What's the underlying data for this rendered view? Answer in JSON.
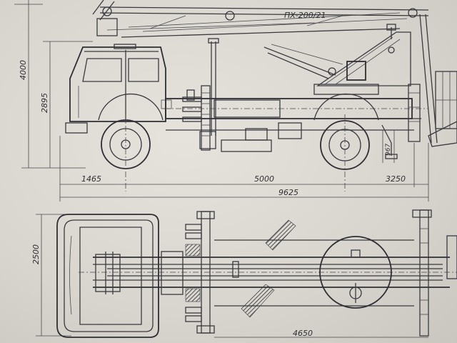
{
  "drawing": {
    "model_label": "ПХ-200/21"
  },
  "dimensions": {
    "total_height": "4000",
    "platform_height": "2895",
    "front_overhang": "1465",
    "wheelbase": "5000",
    "rear_overhang": "3250",
    "total_length": "9625",
    "width": "2500",
    "bottom_length": "4650",
    "small_clearance": "967"
  }
}
